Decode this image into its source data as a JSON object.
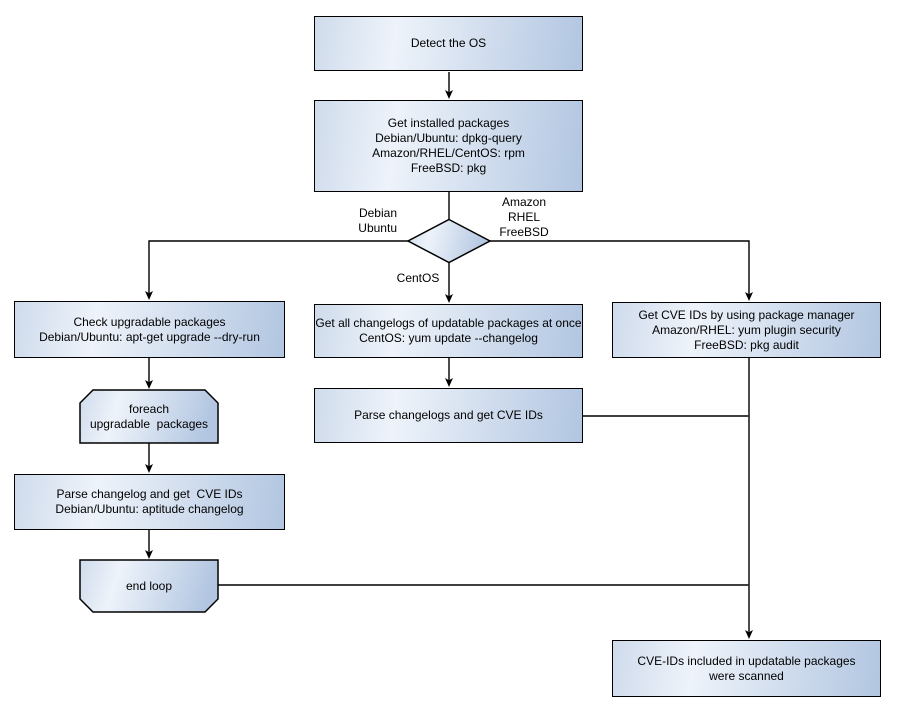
{
  "diagram_type": "flowchart",
  "nodes": {
    "detect_os": {
      "shape": "rect",
      "text": "Detect the OS"
    },
    "get_installed_packages": {
      "shape": "rect",
      "text": "Get installed packages\nDebian/Ubuntu: dpkg-query\nAmazon/RHEL/CentOS: rpm\nFreeBSD: pkg"
    },
    "os_decision": {
      "shape": "diamond",
      "text": ""
    },
    "check_upgradable_packages": {
      "shape": "rect",
      "text": "Check upgradable packages\nDebian/Ubuntu: apt-get upgrade --dry-run"
    },
    "foreach_loop_start": {
      "shape": "loop-start",
      "text": "foreach\nupgradable  packages"
    },
    "parse_changelog_debian": {
      "shape": "rect",
      "text": "Parse changelog and get  CVE IDs\nDebian/Ubuntu: aptitude changelog"
    },
    "end_loop": {
      "shape": "loop-end",
      "text": "end loop"
    },
    "get_all_changelogs_centos": {
      "shape": "rect",
      "text": "Get all changelogs of updatable packages at once\nCentOS: yum update --changelog"
    },
    "parse_changelogs_centos": {
      "shape": "rect",
      "text": "Parse changelogs and get CVE IDs"
    },
    "get_cve_ids_pkg_manager": {
      "shape": "rect",
      "text": "Get CVE IDs by using package manager\nAmazon/RHEL: yum plugin security\nFreeBSD: pkg audit"
    },
    "cve_ids_scanned": {
      "shape": "rect",
      "text": "CVE-IDs included in updatable packages\nwere scanned"
    }
  },
  "edge_labels": {
    "left_branch": "Debian\nUbuntu",
    "right_branch": "Amazon\nRHEL\nFreeBSD",
    "down_branch": "CentOS"
  },
  "colors": {
    "background": "#ffffff",
    "node_fill_light": "#eef3fa",
    "node_fill_edge_left": "#cfdbec",
    "node_fill_dark": "#b2c6e1",
    "node_border": "#000000",
    "connector": "#000000",
    "text": "#000000"
  }
}
